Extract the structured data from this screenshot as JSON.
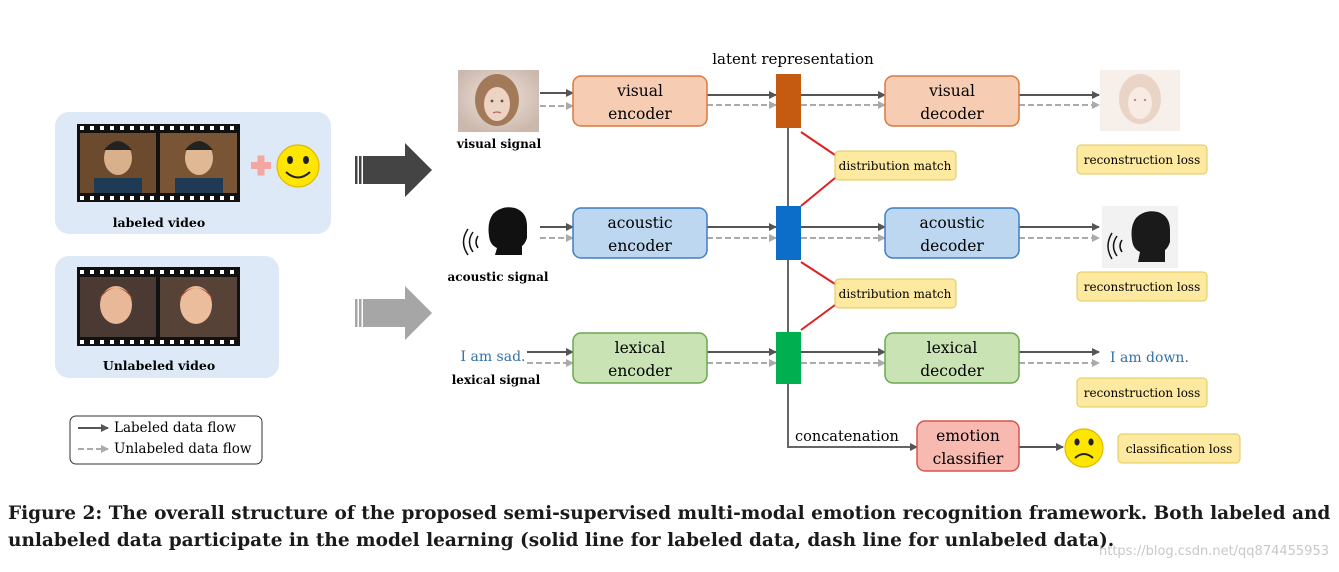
{
  "inputs": {
    "labeled_video": "labeled video",
    "unlabeled_video": "Unlabeled video"
  },
  "legend": {
    "labeled": "Labeled data flow",
    "unlabeled": "Unlabeled data flow"
  },
  "signals": {
    "visual": "visual signal",
    "acoustic": "acoustic signal",
    "lexical": "lexical signal",
    "lexical_input": "I am sad.",
    "lexical_output": "I am down."
  },
  "latent_label": "latent representation",
  "encoders": {
    "visual": [
      "visual",
      "encoder"
    ],
    "acoustic": [
      "acoustic",
      "encoder"
    ],
    "lexical": [
      "lexical",
      "encoder"
    ]
  },
  "decoders": {
    "visual": [
      "visual",
      "decoder"
    ],
    "acoustic": [
      "acoustic",
      "decoder"
    ],
    "lexical": [
      "lexical",
      "decoder"
    ]
  },
  "losses": {
    "distribution_match_1": "distribution match",
    "distribution_match_2": "distribution match",
    "reconstruction_1": "reconstruction loss",
    "reconstruction_2": "reconstruction loss",
    "reconstruction_3": "reconstruction loss",
    "classification": "classification loss"
  },
  "concatenation": "concatenation",
  "classifier": [
    "emotion",
    "classifier"
  ],
  "caption": "Figure 2: The overall structure of the proposed semi-supervised multi-modal emotion recognition framework. Both labeled and unlabeled data participate in the model learning (solid line for labeled data, dash line for unlabeled data).",
  "watermark": "https://blog.csdn.net/qq874455953",
  "colors": {
    "visual_fill": "#f6cdb2",
    "visual_stroke": "#d9793f",
    "acoustic_fill": "#bcd7ef",
    "acoustic_stroke": "#3f7fc4",
    "lexical_fill": "#c9e3b4",
    "lexical_stroke": "#6aa84f",
    "classifier_fill": "#f7b9b0",
    "classifier_stroke": "#d9534f",
    "latent_visual": "#c55a11",
    "latent_acoustic": "#0d6ec9",
    "latent_lexical": "#00b050",
    "loss_fill": "#fde9a0",
    "loss_stroke": "#e0c85a",
    "text_blue": "#3470a8"
  }
}
